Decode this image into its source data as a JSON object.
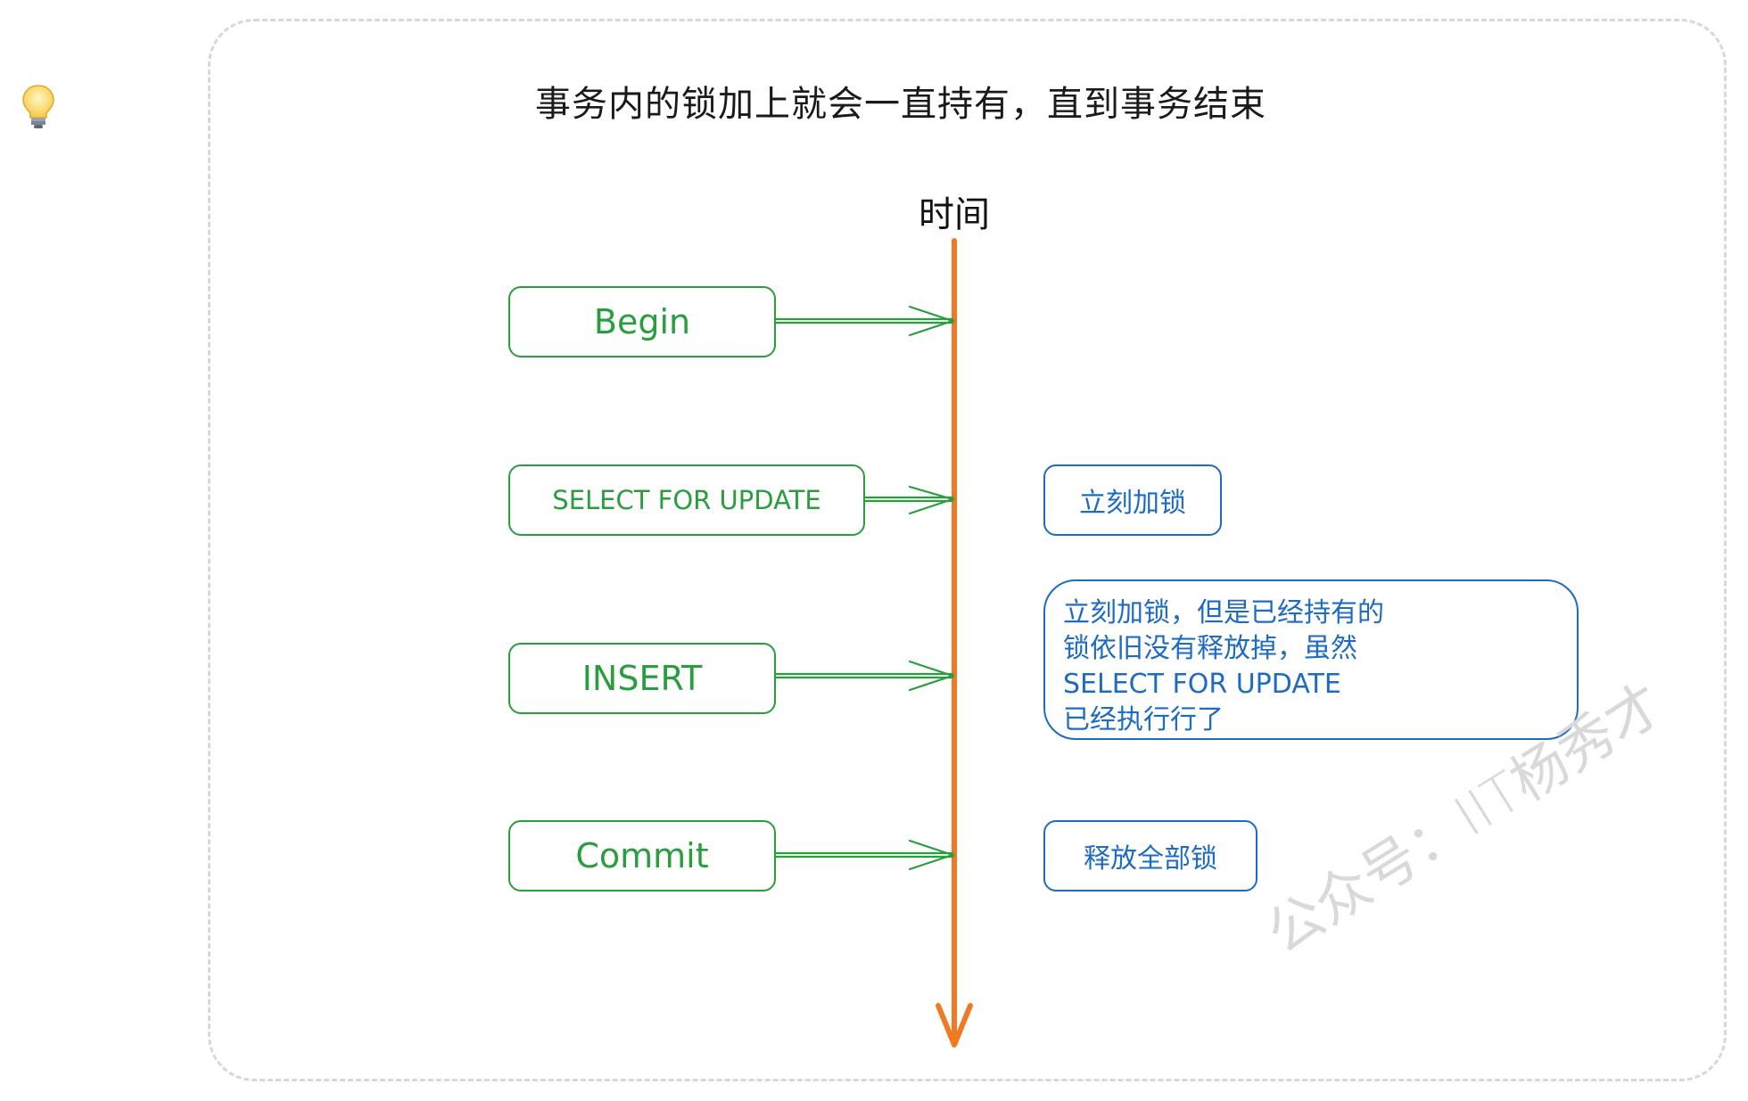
{
  "title": "事务内的锁加上就会一直持有，直到事务结束",
  "axis_label": "时间",
  "colors": {
    "timeline": "#f07a24",
    "step": "#2a9d3f",
    "note": "#1e6bc4",
    "frame": "#d5d8dc"
  },
  "steps": [
    {
      "label": "Begin"
    },
    {
      "label": "SELECT FOR UPDATE"
    },
    {
      "label": "INSERT"
    },
    {
      "label": "Commit"
    }
  ],
  "notes": [
    {
      "label": "立刻加锁"
    },
    {
      "lines": [
        "立刻加锁，但是已经持有的",
        "锁依旧没有释放掉，虽然",
        "SELECT FOR UPDATE",
        "已经执行行了"
      ]
    },
    {
      "label": "释放全部锁"
    }
  ],
  "watermark": "公众号：IIT杨秀才",
  "icons": {
    "corner": "lightbulb-icon"
  }
}
